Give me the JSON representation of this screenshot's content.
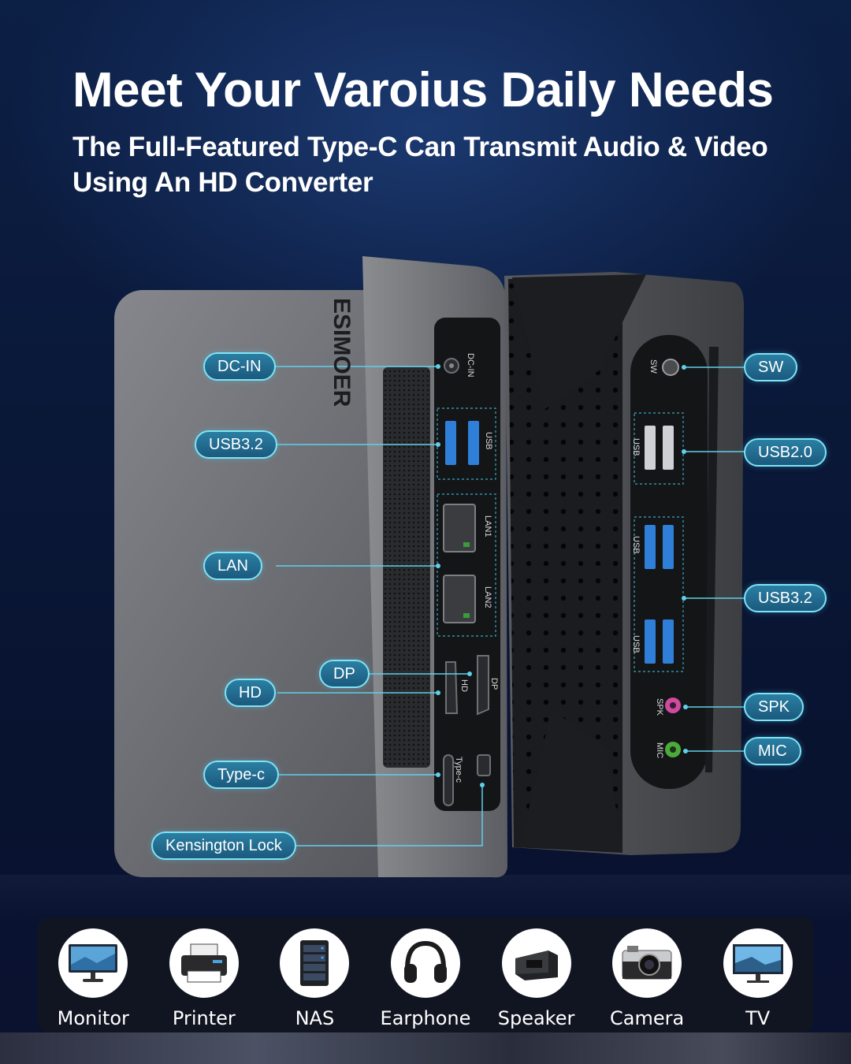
{
  "header": {
    "title": "Meet Your Varoius Daily Needs",
    "subtitle": "The Full-Featured Type-C Can Transmit Audio & Video Using An HD Converter"
  },
  "device": {
    "brand": "ESIMOER",
    "left_ports": {
      "dc_in": "DC-IN",
      "usb": "USB",
      "lan1": "LAN1",
      "lan2": "LAN2",
      "hd": "HD",
      "dp": "DP",
      "typec": "Type-c"
    },
    "right_ports": {
      "sw": "SW",
      "usb_a": "USB",
      "usb_b": "USB",
      "usb_c": "USB",
      "spk": "SPK",
      "mic": "MIC"
    }
  },
  "callouts": {
    "dc_in": "DC-IN",
    "usb32_left": "USB3.2",
    "lan": "LAN",
    "dp": "DP",
    "hd": "HD",
    "typec": "Type-c",
    "kensington": "Kensington Lock",
    "sw": "SW",
    "usb20": "USB2.0",
    "usb32_right": "USB3.2",
    "spk": "SPK",
    "mic": "MIC"
  },
  "devices": [
    {
      "label": "Monitor",
      "icon": "monitor-icon"
    },
    {
      "label": "Printer",
      "icon": "printer-icon"
    },
    {
      "label": "NAS",
      "icon": "nas-icon"
    },
    {
      "label": "Earphone",
      "icon": "headphones-icon"
    },
    {
      "label": "Speaker",
      "icon": "speaker-icon"
    },
    {
      "label": "Camera",
      "icon": "camera-icon"
    },
    {
      "label": "TV",
      "icon": "tv-icon"
    }
  ],
  "colors": {
    "background": "#0a1838",
    "callout_fill": "#2a7fa3",
    "callout_border": "#7fe4f5",
    "usb3_blue": "#2f7fd8",
    "speaker_pink": "#d04aa0",
    "mic_green": "#4caa3a"
  }
}
